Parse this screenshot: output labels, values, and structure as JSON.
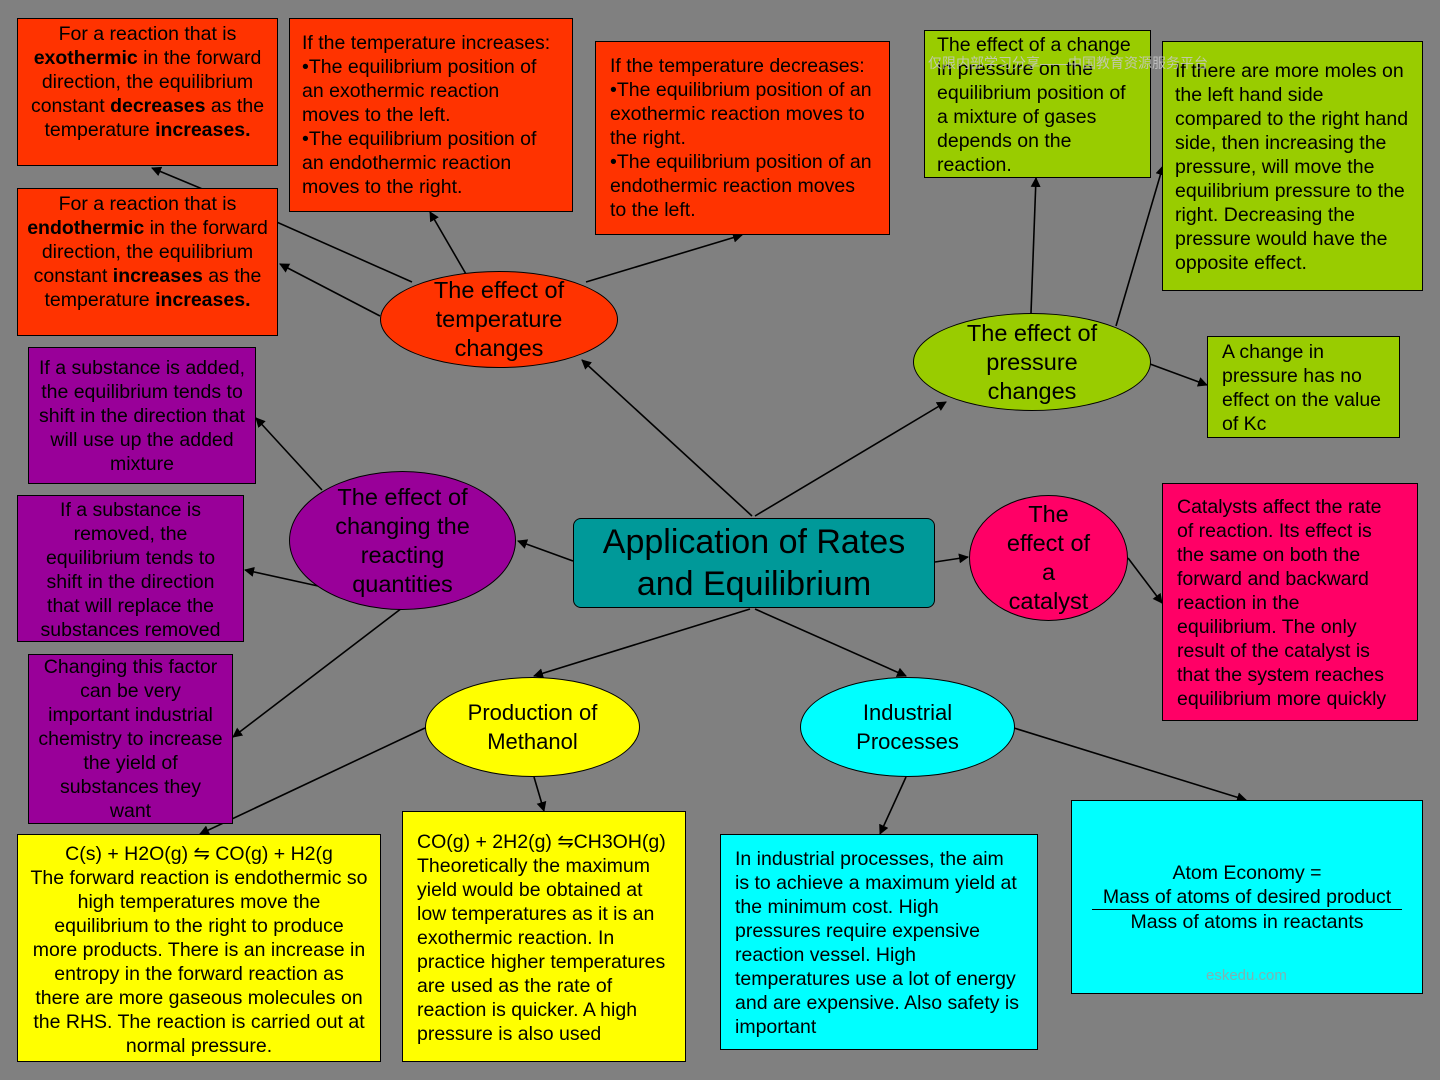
{
  "title": "Application of Rates and Equilibrium",
  "nodes": {
    "temperature": "The effect of temperature changes",
    "pressure": "The effect of pressure changes",
    "quantities": "The effect of changing the reacting quantities",
    "catalyst": "The effect of a catalyst",
    "methanol": "Production of Methanol",
    "industrial": "Industrial Processes"
  },
  "boxes": {
    "exothermic_kc": {
      "a": "For a reaction that is ",
      "b": "exothermic",
      "c": " in the forward direction, the equilibrium constant ",
      "d": "decreases",
      "e": " as the temperature ",
      "f": "increases."
    },
    "endothermic_kc": {
      "a": "For a reaction that is ",
      "b": "endothermic",
      "c": " in the forward direction, the equilibrium constant ",
      "d": "increases",
      "e": " as the temperature ",
      "f": "increases."
    },
    "temp_increase": {
      "l1": "If the temperature increases:",
      "l2": "•The equilibrium position of an exothermic reaction moves to the left.",
      "l3": "•The equilibrium position of an endothermic reaction moves to the right."
    },
    "temp_decrease": {
      "l1": "If the temperature decreases:",
      "l2": "•The equilibrium position of an exothermic reaction moves to the right.",
      "l3": "•The equilibrium position of an endothermic reaction moves to the left."
    },
    "pressure_gases": "The effect of a change in pressure on the equilibrium position of a mixture of gases depends on the reaction.",
    "pressure_moles": "If there are more moles on the left hand side compared to the right hand side, then increasing the pressure, will move the equilibrium pressure to the right. Decreasing the pressure would have the opposite effect.",
    "pressure_kc": "A change in pressure has no effect on the value of Kc",
    "substance_added": "If a substance is added, the equilibrium tends to shift in the direction that will use up the added mixture",
    "substance_removed": "If a substance is removed, the equilibrium tends to shift in the direction that will replace the substances removed",
    "factor_industrial": "Changing this factor can be very important industrial chemistry to increase the yield of substances they want",
    "catalyst_text": "Catalysts affect the rate of reaction. Its effect is the same on both the forward and backward reaction in the equilibrium. The only result of the catalyst is that the system reaches equilibrium more quickly",
    "carbon_water": {
      "eq": "C(s) + H2O(g) ⇋ CO(g) + H2(g",
      "text": "The forward reaction is endothermic so high temperatures move the equilibrium to the right to produce more products. There is an increase in entropy in the forward reaction as there are more gaseous molecules on the RHS. The reaction is carried out at normal pressure."
    },
    "methanol_eq": {
      "eq": "CO(g) + 2H2(g) ⇋CH3OH(g)",
      "text": "Theoretically the maximum yield would be obtained at low temperatures as it is an exothermic reaction. In practice higher temperatures are used as the rate of reaction is quicker. A high pressure is also used"
    },
    "industrial_text": "In industrial processes, the aim is to achieve a maximum yield at the minimum cost. High pressures require expensive reaction vessel. High temperatures use a lot of energy and are expensive. Also safety is important",
    "atom_economy": {
      "l1": "Atom Economy =",
      "numerator": "Mass of atoms of desired product",
      "denominator": "Mass of atoms in reactants"
    }
  },
  "watermarks": {
    "top": "仅限内部学习分享——中国教育资源服务平台",
    "bottom": "eskedu.com"
  },
  "colors": {
    "background": "#808080",
    "temperature": "#ff3300",
    "quantities": "#990099",
    "pressure": "#99cc00",
    "catalyst": "#ff0066",
    "methanol": "#ffff00",
    "industrial": "#00ffff",
    "center": "#009999"
  }
}
